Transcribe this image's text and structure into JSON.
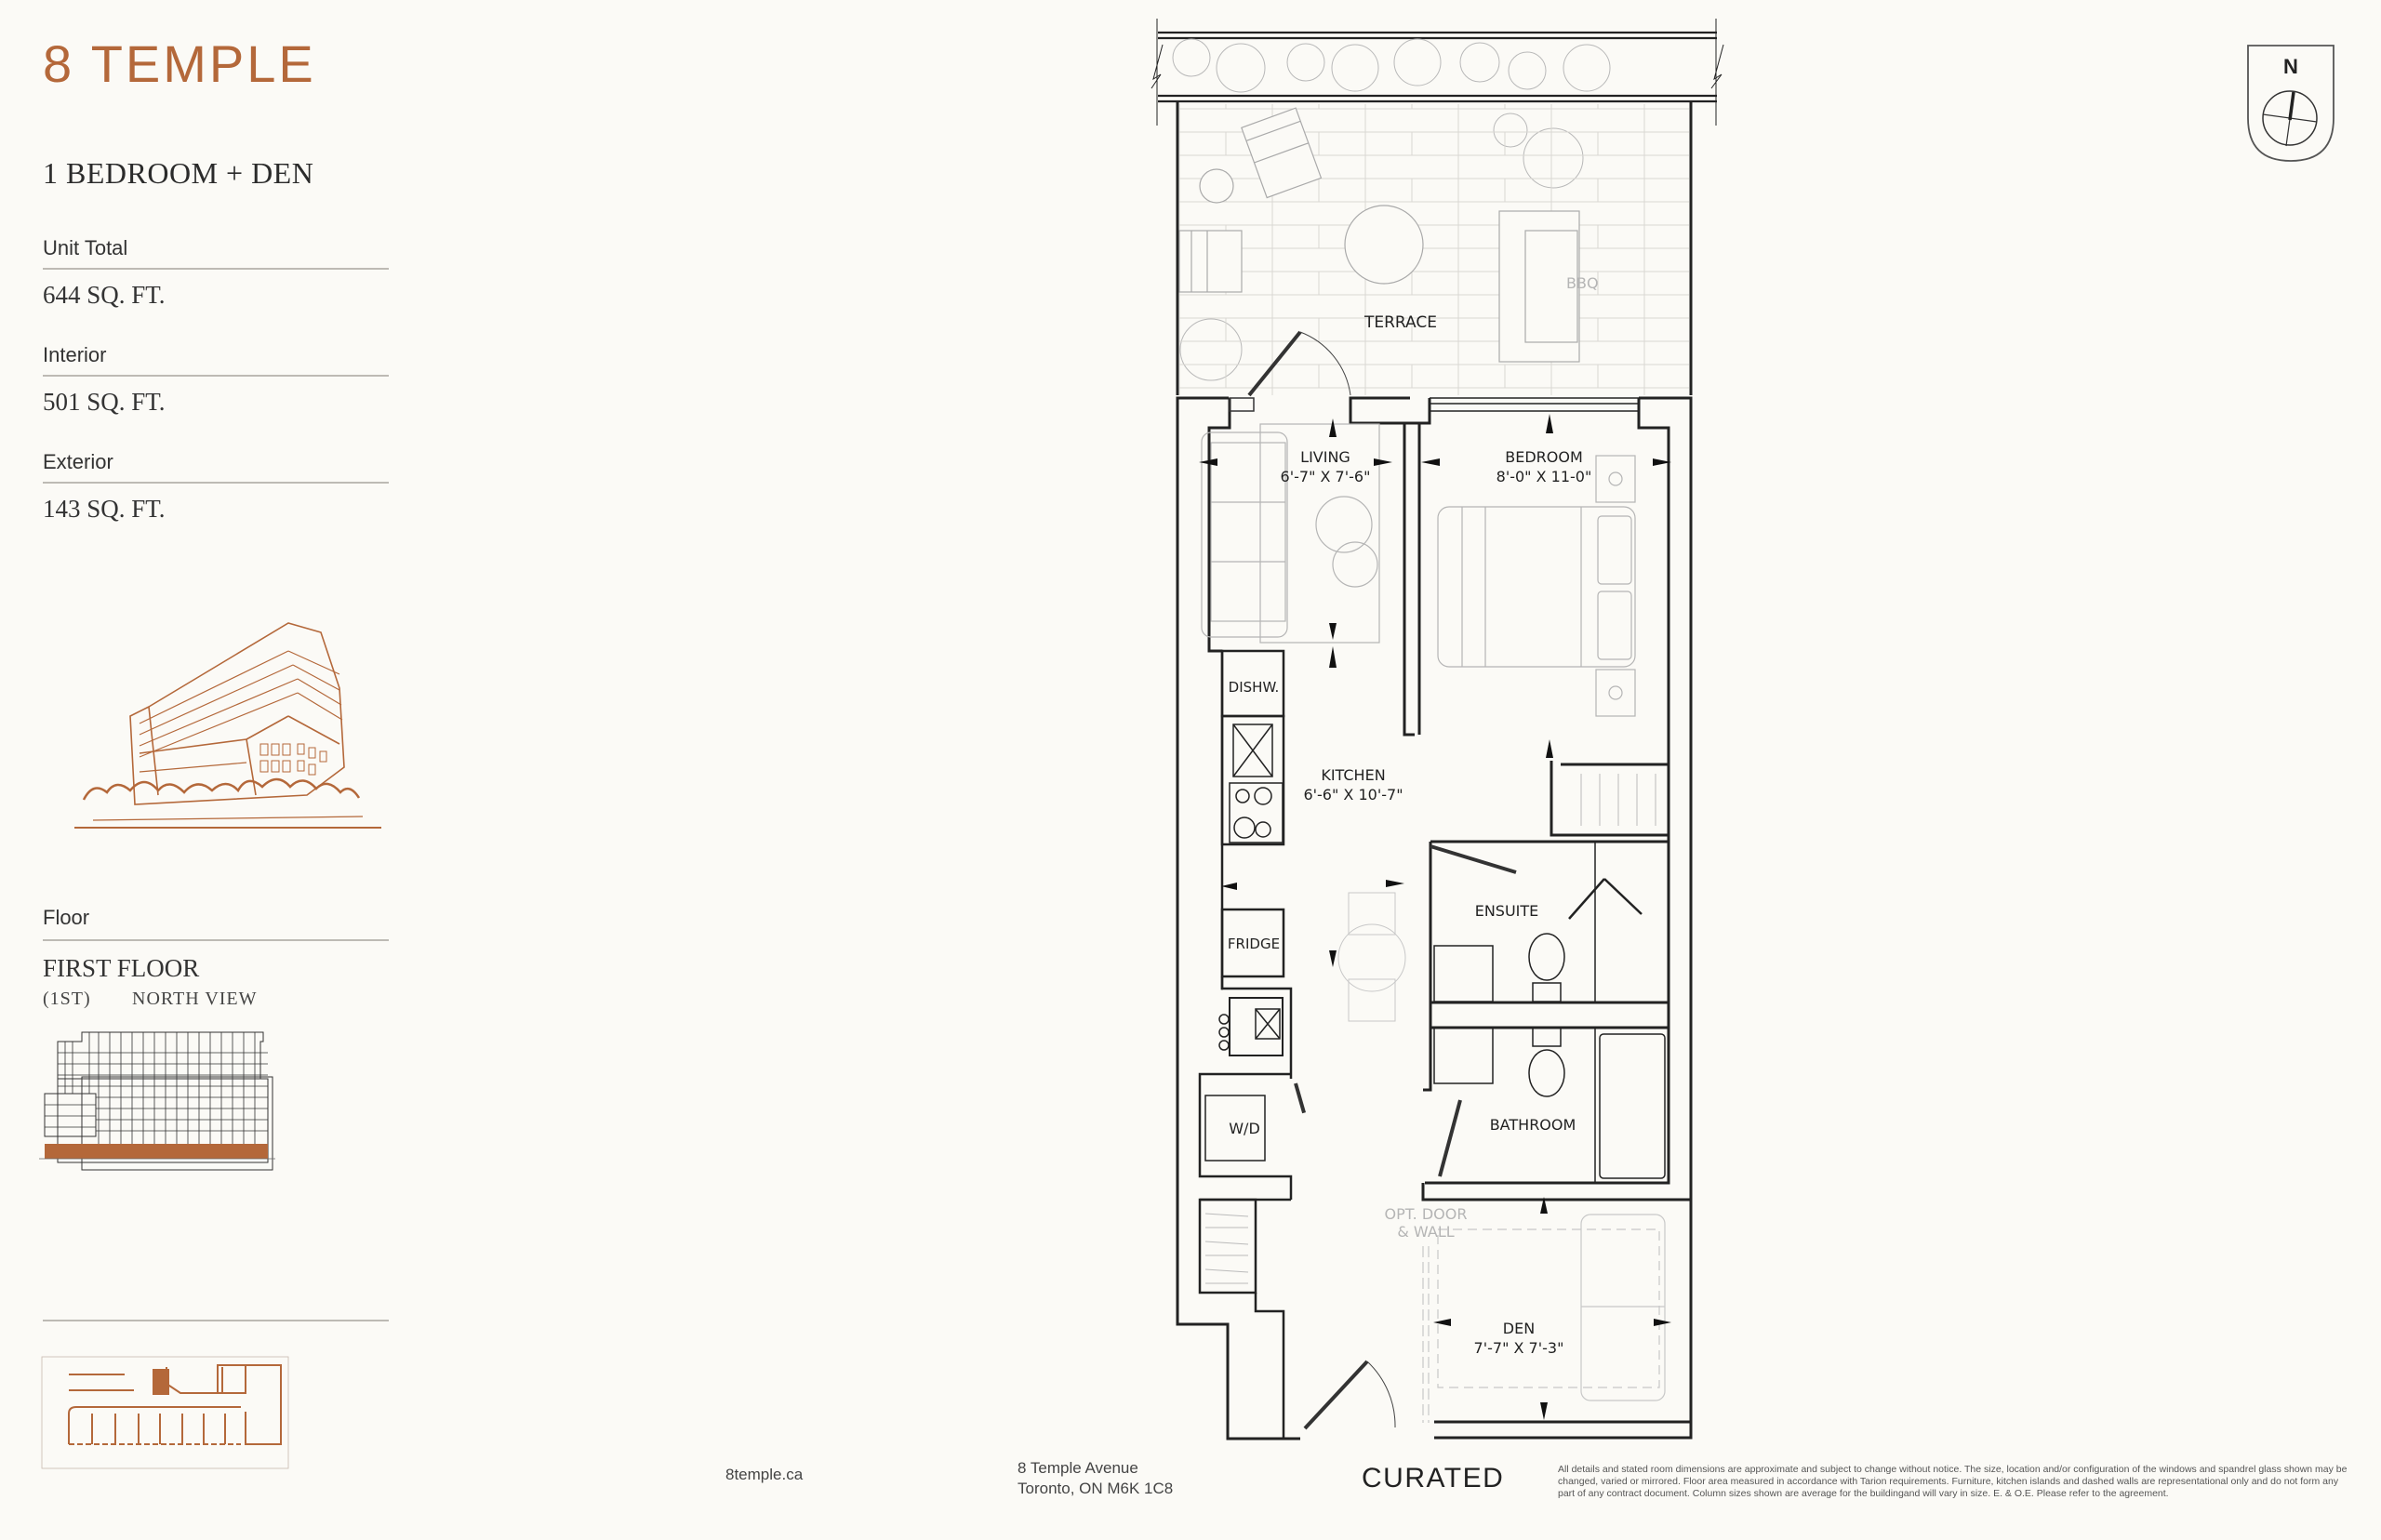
{
  "brand": {
    "name": "8 TEMPLE",
    "color": "#B4683A"
  },
  "unit": {
    "type": "1 BEDROOM + DEN",
    "specs": [
      {
        "label": "Unit Total",
        "value": "644 SQ. FT."
      },
      {
        "label": "Interior",
        "value": "501 SQ. FT."
      },
      {
        "label": "Exterior",
        "value": "143 SQ. FT."
      }
    ]
  },
  "floor": {
    "label": "Floor",
    "name": "FIRST FLOOR",
    "level": "(1ST)",
    "view": "NORTH VIEW"
  },
  "illustrations": {
    "building_sketch": "building-perspective-sketch",
    "elevation": "north-elevation-diagram",
    "keyplan": "floor-keyplan"
  },
  "compass": {
    "label": "N"
  },
  "floorplan": {
    "rooms": [
      {
        "id": "terrace",
        "name": "TERRACE",
        "dims": ""
      },
      {
        "id": "living",
        "name": "LIVING",
        "dims": "6'-7\" X 7'-6\""
      },
      {
        "id": "bedroom",
        "name": "BEDROOM",
        "dims": "8'-0\" X 11-0\""
      },
      {
        "id": "kitchen",
        "name": "KITCHEN",
        "dims": "6'-6\" X 10'-7\""
      },
      {
        "id": "ensuite",
        "name": "ENSUITE",
        "dims": ""
      },
      {
        "id": "bathroom",
        "name": "BATHROOM",
        "dims": ""
      },
      {
        "id": "den",
        "name": "DEN",
        "dims": "7'-7\" X 7'-3\""
      }
    ],
    "fixtures": {
      "bbq": "BBQ",
      "dishwasher": "DISHW.",
      "fridge": "FRIDGE",
      "washer_dryer": "W/D",
      "opt_door_line1": "OPT. DOOR",
      "opt_door_line2": "& WALL"
    }
  },
  "footer": {
    "website": "8temple.ca",
    "address_line1": "8 Temple Avenue",
    "address_line2": "Toronto, ON M6K 1C8",
    "developer": "CURATED",
    "disclaimer": "All details and stated room dimensions are approximate and subject to change without notice. The size, location and/or configuration of the windows and spandrel glass shown may be changed, varied or mirrored. Floor area measured in accordance with Tarion requirements. Furniture, kitchen islands and dashed walls are representational only and do not form any part of any contract document. Column sizes shown are average for the buildingand will vary in size. E. & O.E. Please refer to the agreement."
  }
}
